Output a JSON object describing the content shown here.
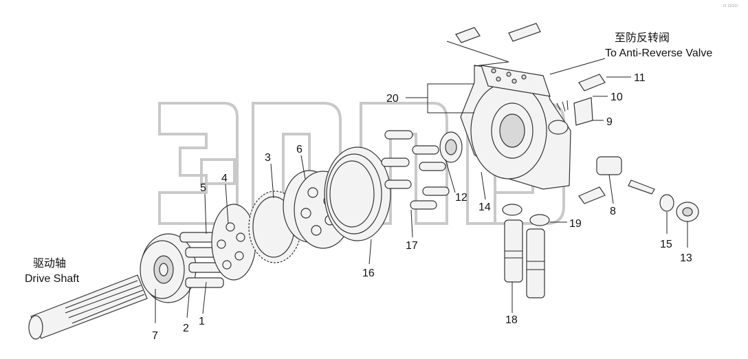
{
  "corner_mark": "▫ ▫▫▫",
  "watermark": "3ЭФ",
  "annotations": {
    "drive_shaft_cn": "驱动轴",
    "drive_shaft_en": "Drive Shaft",
    "anti_reverse_cn": "至防反转阀",
    "anti_reverse_en": "To Anti-Reverse Valve"
  },
  "labels": {
    "l1": "1",
    "l2": "2",
    "l3": "3",
    "l4": "4",
    "l5": "5",
    "l6": "6",
    "l7": "7",
    "l8": "8",
    "l9": "9",
    "l10": "10",
    "l11": "11",
    "l12": "12",
    "l13": "13",
    "l14": "14",
    "l15": "15",
    "l16": "16",
    "l17": "17",
    "l18": "18",
    "l19": "19",
    "l20": "20"
  }
}
